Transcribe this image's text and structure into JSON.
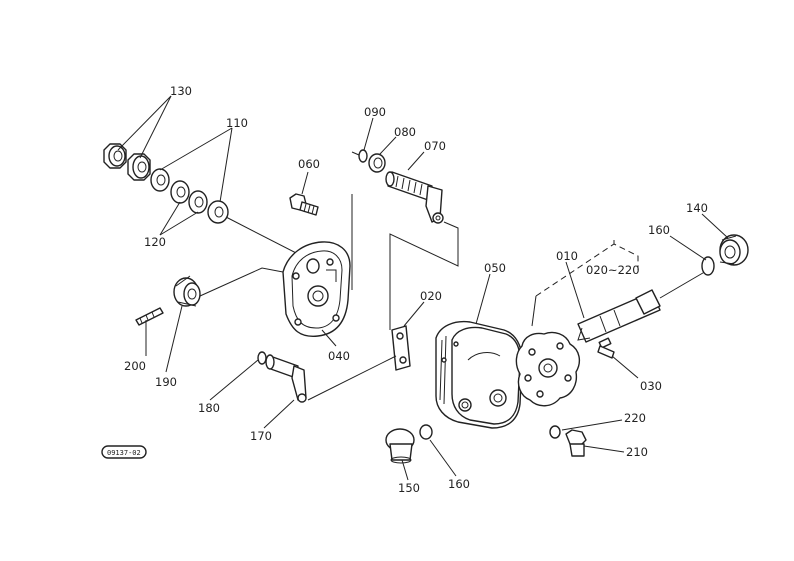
{
  "callouts": {
    "c130": "130",
    "c110": "110",
    "c120": "120",
    "c060": "060",
    "c090": "090",
    "c080": "080",
    "c070": "070",
    "c200": "200",
    "c190": "190",
    "c040": "040",
    "c020": "020",
    "c050": "050",
    "c010": "010",
    "c020_220": "020~220",
    "c160_top": "160",
    "c140": "140",
    "c030": "030",
    "c180": "180",
    "c170": "170",
    "c220": "220",
    "c210": "210",
    "c150": "150",
    "c160_bottom": "160"
  },
  "figure_ref": "09137-02"
}
